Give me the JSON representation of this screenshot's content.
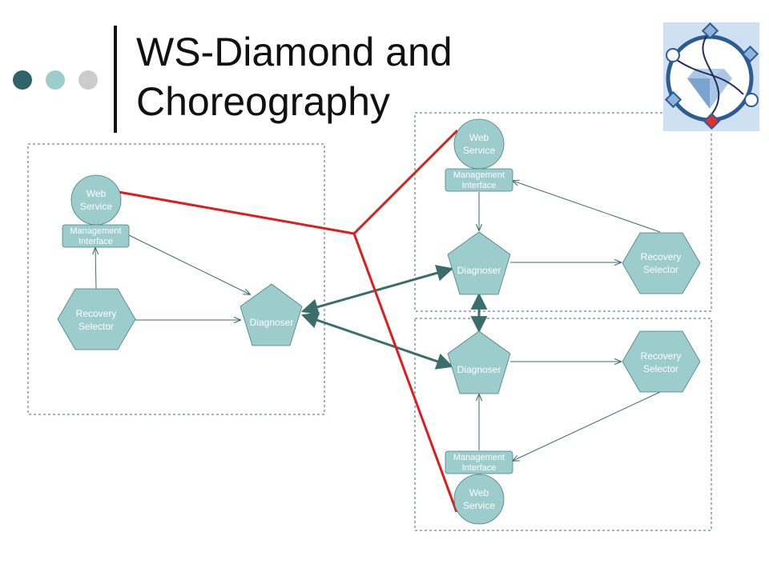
{
  "slide": {
    "title_line1": "WS-Diamond and",
    "title_line2": "Choreography"
  },
  "colors": {
    "accent_dark": "#2e6468",
    "accent_light": "#9ccccc",
    "accent_gray": "#cccccc",
    "node_fill": "#9ccccc",
    "node_stroke": "#4a7f80",
    "arrow": "#3b6e6b",
    "choreography_line": "#e01b1b"
  },
  "nodes": {
    "left": {
      "web_service_line1": "Web",
      "web_service_line2": "Service",
      "management_line1": "Management",
      "management_line2": "Interface",
      "recovery_line1": "Recovery",
      "recovery_line2": "Selector",
      "diagnoser": "Diagnoser"
    },
    "top_right": {
      "web_service_line1": "Web",
      "web_service_line2": "Service",
      "management_line1": "Management",
      "management_line2": "Interface",
      "recovery_line1": "Recovery",
      "recovery_line2": "Selector",
      "diagnoser": "Diagnoser"
    },
    "bottom_right": {
      "web_service_line1": "Web",
      "web_service_line2": "Service",
      "management_line1": "Management",
      "management_line2": "Interface",
      "recovery_line1": "Recovery",
      "recovery_line2": "Selector",
      "diagnoser": "Diagnoser"
    }
  },
  "logo": {
    "icon": "ws-diamond-logo-icon"
  }
}
